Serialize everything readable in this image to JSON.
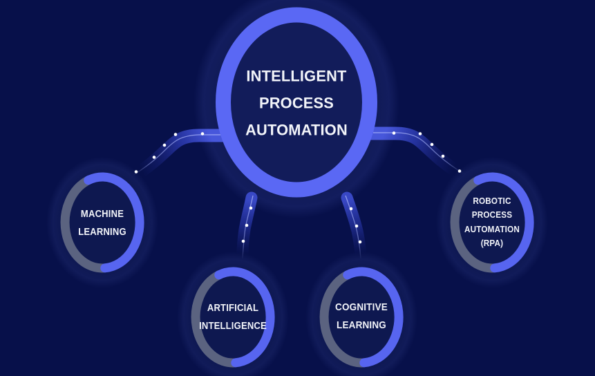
{
  "diagram_type": "hub-and-spoke infographic",
  "palette": {
    "background": "#07104A",
    "center_ring_blue": "#5A68F4",
    "accent_blue": "#5765F0",
    "ring_gray": "#5B6380",
    "halo_navy": "#0D1750",
    "center_fill": "#121C5A",
    "node_fill": "#0E1850",
    "connector_blue": "#3847C8",
    "dot_white": "#FFFFFF",
    "text_white": "#F2F4F9"
  },
  "center_node": {
    "name": "intelligent-process-automation",
    "lines": [
      "INTELLIGENT",
      "PROCESS",
      "AUTOMATION"
    ]
  },
  "nodes": [
    {
      "name": "machine-learning",
      "lines": [
        "MACHINE",
        "LEARNING"
      ]
    },
    {
      "name": "artificial-intelligence",
      "lines": [
        "ARTIFICIAL",
        "INTELLIGENCE"
      ]
    },
    {
      "name": "cognitive-learning",
      "lines": [
        "COGNITIVE",
        "LEARNING"
      ]
    },
    {
      "name": "robotic-process-automation-rpa",
      "lines": [
        "ROBOTIC",
        "PROCESS",
        "AUTOMATION",
        "(RPA)"
      ]
    }
  ],
  "connections": [
    {
      "from": "intelligent-process-automation",
      "to": "machine-learning"
    },
    {
      "from": "intelligent-process-automation",
      "to": "artificial-intelligence"
    },
    {
      "from": "intelligent-process-automation",
      "to": "cognitive-learning"
    },
    {
      "from": "intelligent-process-automation",
      "to": "robotic-process-automation-rpa"
    }
  ]
}
